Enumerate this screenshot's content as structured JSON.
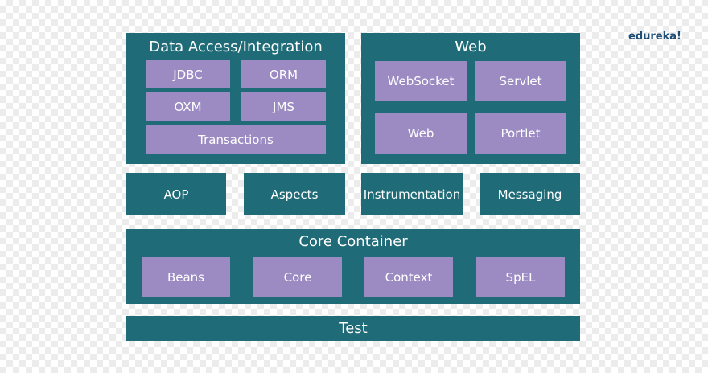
{
  "brand": "edureka!",
  "data_access": {
    "title": "Data Access/Integration",
    "items": [
      "JDBC",
      "ORM",
      "OXM",
      "JMS",
      "Transactions"
    ]
  },
  "web": {
    "title": "Web",
    "items": [
      "WebSocket",
      "Servlet",
      "Web",
      "Portlet"
    ]
  },
  "middle": [
    "AOP",
    "Aspects",
    "Instrumentation",
    "Messaging"
  ],
  "core_container": {
    "title": "Core Container",
    "items": [
      "Beans",
      "Core",
      "Context",
      "SpEL"
    ]
  },
  "test": "Test",
  "colors": {
    "module_bg": "#1f6b77",
    "chip_bg": "#9b8bc2",
    "text": "#ffffff"
  }
}
